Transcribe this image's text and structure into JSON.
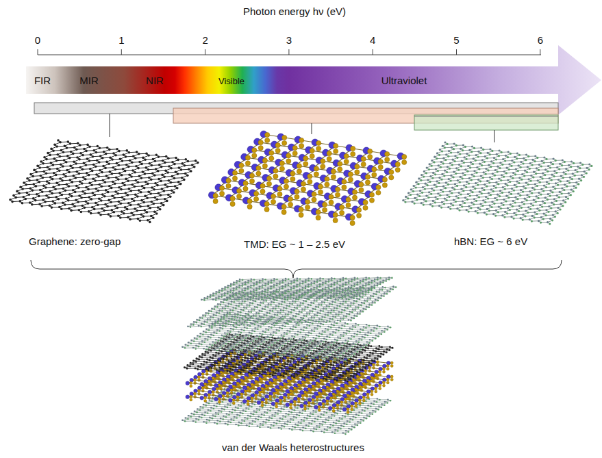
{
  "diagram": {
    "labels": [
      "Photon energy hν (eV)",
      "0",
      "1",
      "2",
      "3",
      "4",
      "5",
      "6",
      "FIR",
      "MIR",
      "NIR",
      "Visible",
      "Ultraviolet",
      "Graphene: zero-gap",
      "TMD: EG ~ 1 – 2.5 eV",
      "hBN: EG ~ 6 eV",
      "van der Waals heterostructures"
    ]
  }
}
